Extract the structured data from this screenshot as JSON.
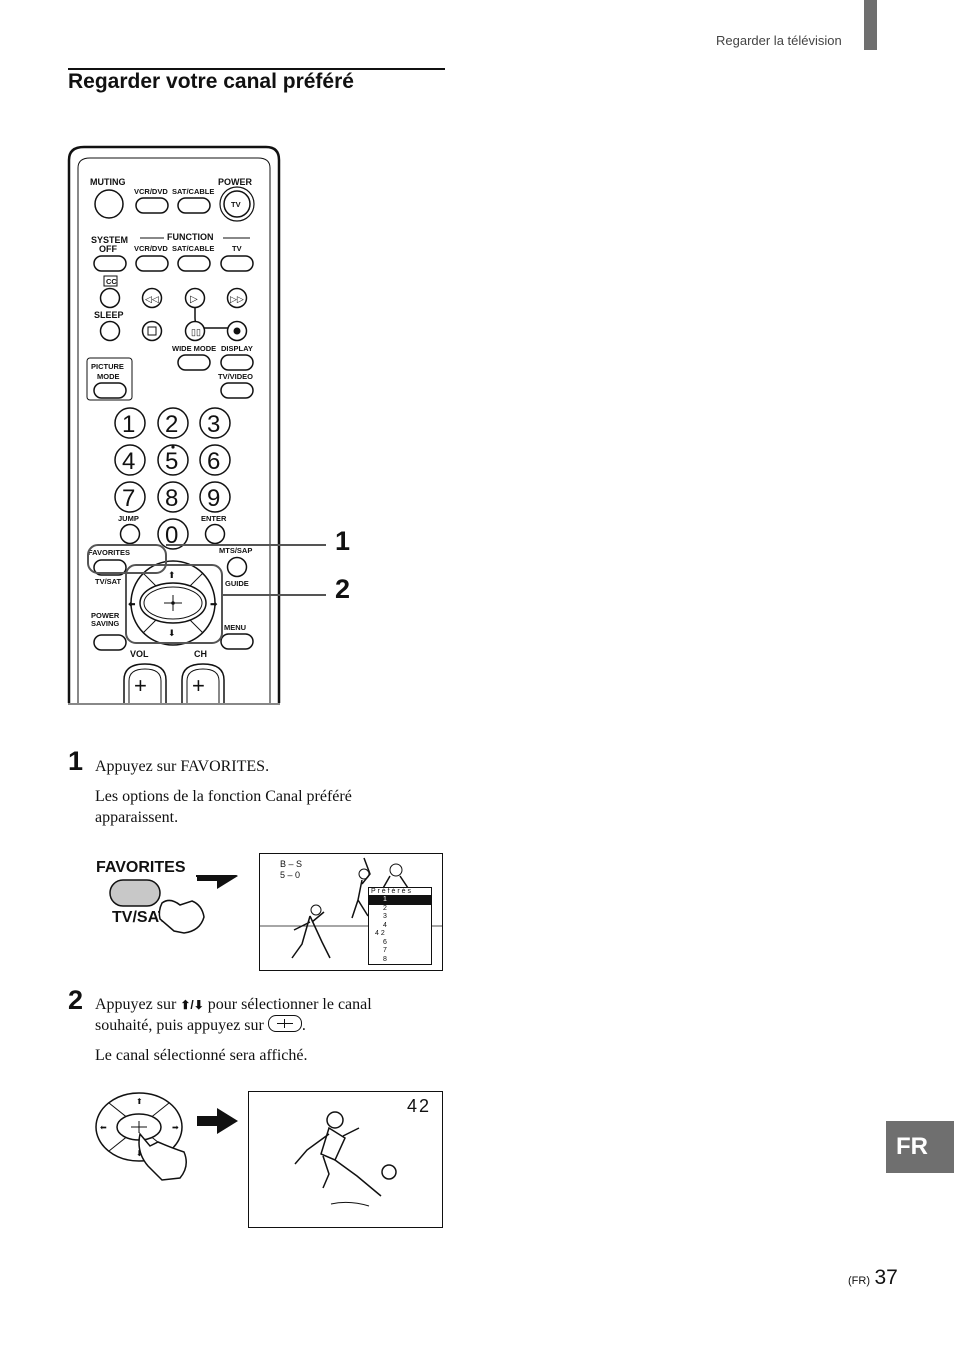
{
  "header": {
    "section": "Regarder la télévision"
  },
  "title": "Regarder votre canal préféré",
  "remote": {
    "muting": "MUTING",
    "power": "POWER",
    "vcr_dvd": "VCR/DVD",
    "sat_cable": "SAT/CABLE",
    "tv": "TV",
    "system_off_1": "SYSTEM",
    "system_off_2": "OFF",
    "function": "FUNCTION",
    "cc": "CC",
    "sleep": "SLEEP",
    "wide_mode": "WIDE MODE",
    "display": "DISPLAY",
    "picture_mode_1": "PICTURE",
    "picture_mode_2": "MODE",
    "tv_video": "TV/VIDEO",
    "digits": [
      "1",
      "2",
      "3",
      "4",
      "5",
      "6",
      "7",
      "8",
      "9",
      "0"
    ],
    "jump": "JUMP",
    "enter": "ENTER",
    "favorites": "FAVORITES",
    "mts_sap": "MTS/SAP",
    "tv_sat": "TV/SAT",
    "guide": "GUIDE",
    "power_saving_1": "POWER",
    "power_saving_2": "SAVING",
    "menu": "MENU",
    "vol": "VOL",
    "ch": "CH"
  },
  "callouts": [
    "1",
    "2"
  ],
  "steps": [
    {
      "number": "1",
      "line1": "Appuyez sur FAVORITES.",
      "line2a": "Les options de la fonction Canal préféré",
      "line2b": "apparaissent."
    },
    {
      "number": "2",
      "line1a": "Appuyez sur",
      "line1b": "pour sélectionner le canal",
      "line2a": "souhaité, puis appuyez sur",
      "line2b": ".",
      "line3": "Le canal sélectionné sera affiché."
    }
  ],
  "illustration1": {
    "button_top": "FAVORITES",
    "button_bottom": "TV/SAT",
    "score_1": "B – S",
    "score_2": "5 – 0",
    "menu_title": "P r é f é r é s",
    "menu_items": [
      "1",
      "2",
      "3",
      "4",
      "4 2",
      "6",
      "7",
      "8"
    ]
  },
  "illustration2": {
    "channel": "42"
  },
  "side_tab": "FR",
  "footer": {
    "prefix": "(FR)",
    "page": "37"
  }
}
